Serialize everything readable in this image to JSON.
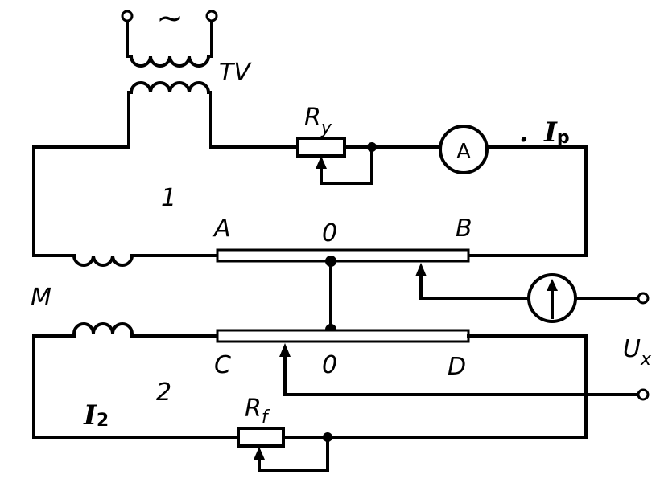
{
  "labels": {
    "ac_source": "~",
    "transformer": "TV",
    "ry_main": "R",
    "ry_sub": "y",
    "ammeter": "A",
    "dot": ".",
    "ip_main": "I",
    "ip_sub": "p",
    "loop1": "1",
    "a": "A",
    "o1": "0",
    "b": "B",
    "m": "M",
    "c": "C",
    "o2": "0",
    "d": "D",
    "ux_main": "U",
    "ux_sub": "x",
    "loop2": "2",
    "i2_main": "I",
    "i2_sub": "2",
    "rf_main": "R",
    "rf_sub": "f"
  }
}
